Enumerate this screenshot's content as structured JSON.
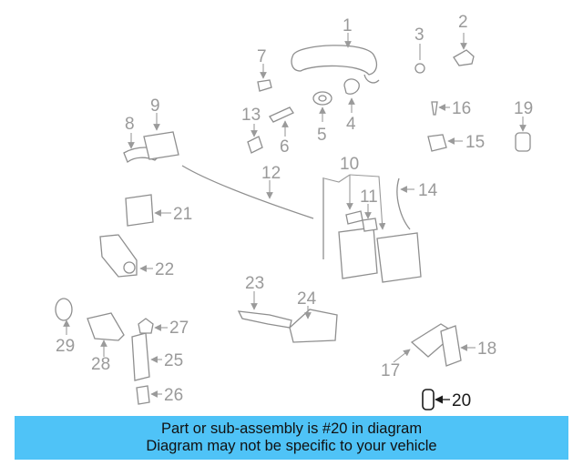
{
  "diagram": {
    "callouts": [
      "1",
      "2",
      "3",
      "4",
      "5",
      "6",
      "7",
      "8",
      "9",
      "10",
      "11",
      "12",
      "13",
      "14",
      "15",
      "16",
      "17",
      "18",
      "19",
      "20",
      "21",
      "22",
      "23",
      "24",
      "25",
      "26",
      "27",
      "28",
      "29"
    ],
    "highlighted_callout": "20",
    "colors": {
      "parts": "#8f8f8f",
      "highlight": "#1a1a1a",
      "banner": "#4fc3f7"
    }
  },
  "banner": {
    "line1": "Part or sub-assembly is #20 in diagram",
    "line2": "Diagram may not be specific to your vehicle"
  }
}
